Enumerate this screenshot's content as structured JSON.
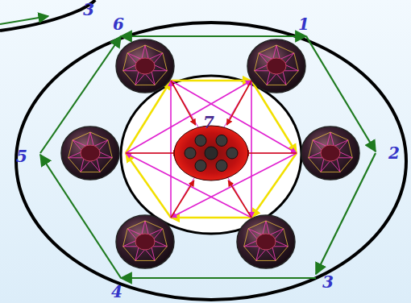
{
  "diagram": {
    "labels": [
      "3",
      "6",
      "1",
      "5",
      "7",
      "2",
      "4",
      "3"
    ]
  }
}
